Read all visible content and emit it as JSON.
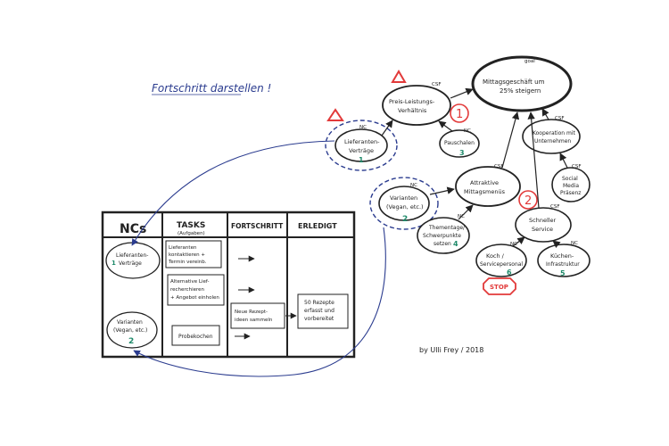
{
  "headline": "Fortschritt darstellen !",
  "credit": "by Ulli Frey / 2018",
  "colors": {
    "ink": "#222222",
    "blue": "#2b3c8f",
    "green": "#1f8a6a",
    "red": "#e23a3a",
    "bg": "#ffffff"
  },
  "board": {
    "headers": {
      "ncs": "NCs",
      "tasks": "TASKS",
      "tasks_sub": "(Aufgaben)",
      "progress": "FORTSCHRITT",
      "done": "ERLEDIGT"
    },
    "nc_lieferanten": {
      "line1": "Lieferanten-",
      "line2": "Verträge",
      "num": "1"
    },
    "nc_varianten": {
      "line1": "Varianten",
      "line2": "(Vegan, etc.)",
      "num": "2"
    },
    "task1": {
      "line1": "Lieferanten",
      "line2": "kontaktieren +",
      "line3": "Termin vereinb."
    },
    "task2": {
      "line1": "Alternative Lief-",
      "line2": "recherchieren",
      "line3": "+ Angebot einholen"
    },
    "task3": {
      "line1": "Probekochen"
    },
    "progress1": {
      "line1": "Neue Rezept-",
      "line2": "ideen sammeln"
    },
    "done1": {
      "line1": "50 Rezepte",
      "line2": "erfasst und",
      "line3": "vorbereitet"
    }
  },
  "map": {
    "goal": {
      "tag": "goal",
      "line1": "Mittagsgeschäft um",
      "line2": "25% steigern"
    },
    "csf_preis": {
      "tag": "CSF",
      "line1": "Preis-Leistungs-",
      "line2": "Verhältnis",
      "badge": "1"
    },
    "nc_pauschalen": {
      "tag": "NC",
      "line1": "Pauschalen",
      "num": "3"
    },
    "nc_lieferanten": {
      "tag": "NC",
      "line1": "Lieferanten-",
      "line2": "Verträge",
      "num": "1"
    },
    "csf_hilfe": {
      "tag": "CSF",
      "line1": "Attraktive",
      "line2": "Mittagsmenüs",
      "badge": "2"
    },
    "nc_varianten": {
      "tag": "NC",
      "line1": "Varianten",
      "line2": "(Vegan, etc.)",
      "num": "2"
    },
    "nc_trauen": {
      "tag": "NC",
      "line1": "Thementage/",
      "line2": "Schwerpunkte",
      "line3": "setzen",
      "num": "4"
    },
    "csf_koop": {
      "tag": "CSF",
      "line1": "Kooperation mit",
      "line2": "Unternehmen"
    },
    "csf_social": {
      "tag": "CSF",
      "line1": "Social",
      "line2": "Media",
      "line3": "Präsenz"
    },
    "csf_service": {
      "tag": "CSF",
      "line1": "Schneller",
      "line2": "Service"
    },
    "nc_koch": {
      "tag": "NC",
      "line1": "Koch /",
      "line2": "Servicepersonal",
      "num": "6",
      "stop": "STOP"
    },
    "nc_kuechen": {
      "tag": "NC",
      "line1": "Küchen-",
      "line2": "Infrastruktur",
      "num": "5"
    }
  }
}
